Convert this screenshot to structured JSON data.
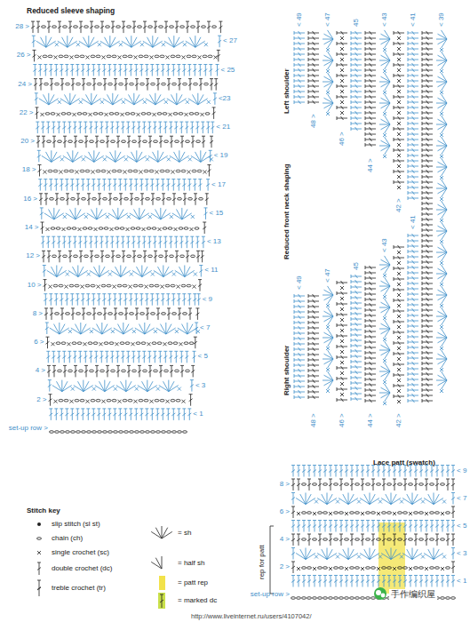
{
  "diagram": {
    "nodes": [],
    "edges": [],
    "labels": [
      "Reduced sleeve shaping",
      "28 >",
      "26 >",
      "24 >",
      "22 >",
      "20 >",
      "18 >",
      "16 >",
      "14 >",
      "12 >",
      "10 >",
      "8 >",
      "6 >",
      "4 >",
      "2 >",
      "set-up row >",
      "< 27",
      "< 25",
      "<23",
      "< 21",
      "< 19",
      "< 17",
      "< 15",
      "< 13",
      "< 11",
      "< 9",
      "< 7",
      "< 5",
      "< 3",
      "< 1",
      "Left shoulder",
      "Reduced front neck shaping",
      "Right shoulder",
      "< 49",
      "< 47",
      "45",
      "< 43",
      "< 41",
      "< 39",
      "48 >",
      "46 >",
      "44 >",
      "42 >",
      "< 49",
      "< 47",
      "45",
      "< 43",
      "< 41",
      "48 >",
      "46 >",
      "44 >",
      "42 >",
      "Lace patt (swatch)",
      "< 9",
      "8 >",
      "< 7",
      "6 >",
      "< 5",
      "4 >",
      "< 3",
      "2 >",
      "< 1",
      "set-up row >",
      "rep for patt",
      "Stitch key",
      "手作编织屋",
      "http://www.liveinternet.ru/users/4107042/"
    ],
    "legend": [
      {
        "text": "slip stitch (sl st)"
      },
      {
        "text": "chain (ch)"
      },
      {
        "text": "single crochet (sc)"
      },
      {
        "text": "double crochet (dc)"
      },
      {
        "text": "treble crochet (tr)"
      },
      {
        "text": "= sh"
      },
      {
        "text": "= half sh"
      },
      {
        "text": "= patt rep",
        "color": "#f2e24a"
      },
      {
        "text": "= marked dc"
      }
    ]
  }
}
